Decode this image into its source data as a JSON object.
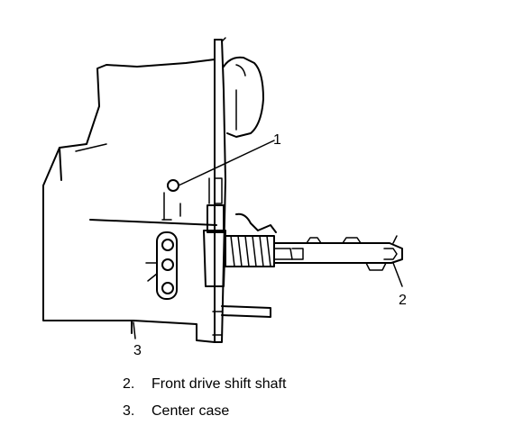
{
  "callouts": {
    "c1": "1",
    "c2": "2",
    "c3": "3"
  },
  "legend": [
    {
      "number": "2.",
      "text": "Front drive shift shaft"
    },
    {
      "number": "3.",
      "text": "Center case"
    }
  ],
  "colors": {
    "ink": "#000000",
    "paper": "#ffffff"
  }
}
